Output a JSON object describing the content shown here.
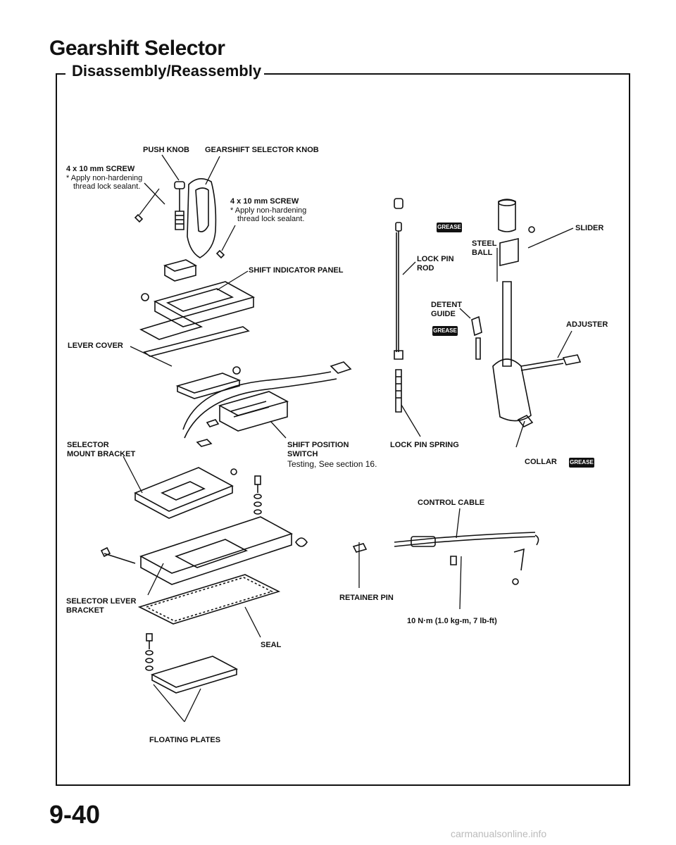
{
  "header": {
    "title": "Gearshift Selector",
    "section": "Disassembly/Reassembly"
  },
  "labels": {
    "push_knob": "PUSH KNOB",
    "gearshift_selector_knob": "GEARSHIFT SELECTOR KNOB",
    "screw_left": "4 x 10 mm SCREW",
    "screw_left_note1": "* Apply non-hardening",
    "screw_left_note2": "thread lock sealant.",
    "screw_right": "4 x 10 mm SCREW",
    "screw_right_note1": "* Apply non-hardening",
    "screw_right_note2": "thread lock sealant.",
    "shift_indicator_panel": "SHIFT INDICATOR PANEL",
    "lever_cover": "LEVER COVER",
    "selector_mount_bracket_1": "SELECTOR",
    "selector_mount_bracket_2": "MOUNT BRACKET",
    "shift_position_switch_1": "SHIFT POSITION",
    "shift_position_switch_2": "SWITCH",
    "shift_position_switch_note": "Testing, See section 16.",
    "lock_pin_spring": "LOCK PIN SPRING",
    "lock_pin_rod_1": "LOCK PIN",
    "lock_pin_rod_2": "ROD",
    "steel_ball_1": "STEEL",
    "steel_ball_2": "BALL",
    "slider": "SLIDER",
    "detent_guide_1": "DETENT",
    "detent_guide_2": "GUIDE",
    "adjuster": "ADJUSTER",
    "collar": "COLLAR",
    "control_cable": "CONTROL CABLE",
    "retainer_pin": "RETAINER PIN",
    "torque": "10 N·m (1.0 kg-m, 7 lb-ft)",
    "selector_lever_bracket_1": "SELECTOR LEVER",
    "selector_lever_bracket_2": "BRACKET",
    "seal": "SEAL",
    "floating_plates": "FLOATING PLATES",
    "grease": "GREASE"
  },
  "footer": {
    "page_number": "9-40",
    "watermark": "carmanualsonline.info"
  }
}
